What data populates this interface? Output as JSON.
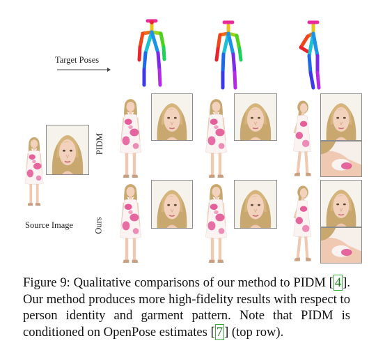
{
  "figure": {
    "target_poses_label": "Target Poses",
    "source_label": "Source Image",
    "row_labels": [
      "PIDM",
      "Ours"
    ],
    "caption": {
      "prefix": "Figure 9: Qualitative comparisons of our method to PIDM",
      "ref1": "4",
      "middle": ". Our method produces more high-fidelity results with respect to person identity and garment pattern. Note that PIDM is conditioned on OpenPose estimates",
      "ref2": "7",
      "suffix": "(top row)."
    }
  },
  "colors": {
    "hair": "#c9a870",
    "skin": "#f3d2bd",
    "dress_base": "#fbf3f1",
    "dress_print": "#e0428a",
    "bg": "#ffffff"
  }
}
